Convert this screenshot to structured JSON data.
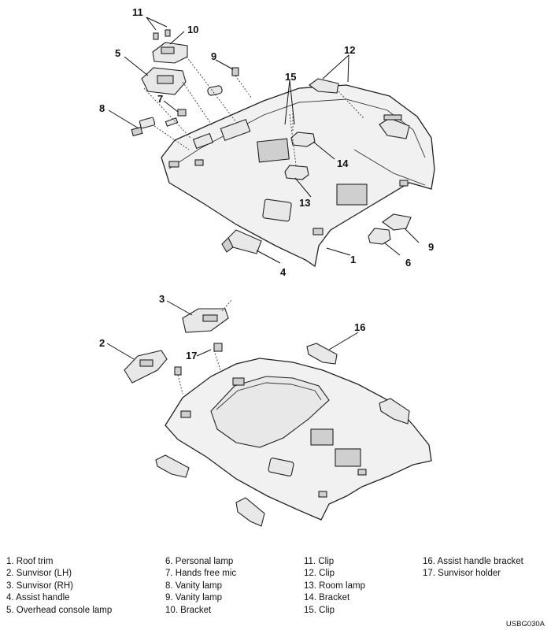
{
  "callouts": {
    "c1": "1",
    "c2": "2",
    "c3": "3",
    "c4": "4",
    "c5": "5",
    "c6": "6",
    "c7": "7",
    "c8": "8",
    "c9a": "9",
    "c9b": "9",
    "c10": "10",
    "c11": "11",
    "c12": "12",
    "c13": "13",
    "c14": "14",
    "c15": "15",
    "c16": "16",
    "c17": "17"
  },
  "legend": {
    "col1": [
      "1. Roof trim",
      "2. Sunvisor (LH)",
      "3. Sunvisor (RH)",
      "4. Assist handle",
      "5. Overhead console lamp"
    ],
    "col2": [
      "6. Personal lamp",
      "7. Hands free mic",
      "8. Vanity lamp",
      "9. Vanity lamp",
      "10. Bracket"
    ],
    "col3": [
      "11. Clip",
      "12. Clip",
      "13. Room lamp",
      "14. Bracket",
      "15. Clip"
    ],
    "col4": [
      "16. Assist handle bracket",
      "17. Sunvisor holder"
    ]
  },
  "figure_code": "USBG030A"
}
